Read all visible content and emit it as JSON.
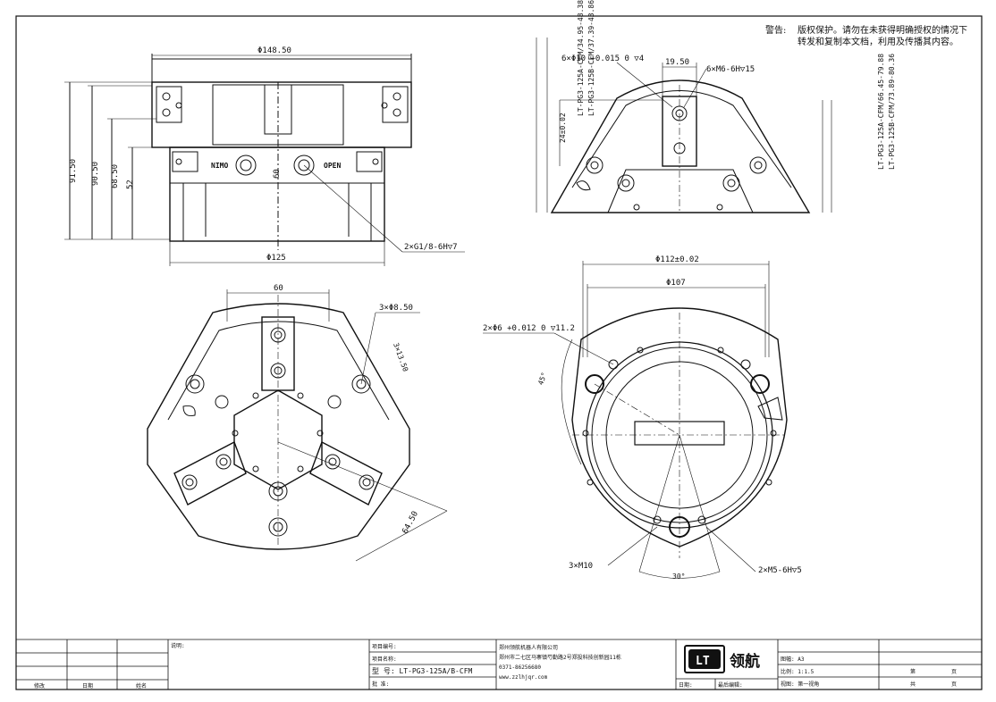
{
  "warning": {
    "label": "警告:",
    "line1": "版权保护。请勿在未获得明确授权的情况下",
    "line2": "转发和复制本文档，利用及传播其内容。"
  },
  "side_view": {
    "dia_top": "Φ148.50",
    "dia_bottom": "Φ125",
    "h1": "91.50",
    "h2": "90.50",
    "h3": "68.50",
    "h4": "52",
    "h5": "60",
    "port_note": "2×G1/8-6H▽7",
    "port_label_left": "NIMO",
    "port_label_right": "OPEN"
  },
  "front_view": {
    "holes_note": "6×Φ10 +0.015 0 ▽4",
    "width": "19.50",
    "thread_note": "6×M6-6H▽15",
    "height_tol": "24±0.02",
    "range_a": "LT-PG3-125A-CFM/34.95-48.38",
    "range_b": "LT-PG3-125B-CFM/37.39-43.86",
    "range_c": "LT-PG3-125A-CFM/66.45-79.88",
    "range_d": "LT-PG3-125B-CFM/73.89-80.36"
  },
  "top_view": {
    "width": "60",
    "holes_note": "3×Φ8.50",
    "slot": "3×13.50",
    "radius": "64.50"
  },
  "bottom_view": {
    "dia_outer": "Φ112±0.02",
    "dia_inner": "Φ107",
    "pin_note": "2×Φ6 +0.012 0 ▽11.2",
    "angle_left": "45°",
    "angle_bottom": "30°",
    "thread_left": "3×M10",
    "thread_right": "2×M5-6H▽5"
  },
  "title_block": {
    "rev_headers": [
      "修改",
      "日期",
      "姓名"
    ],
    "notes_label": "说明:",
    "project_no": "项目编号:",
    "project_name": "项目名称:",
    "model": "型   号: LT-PG3-125A/B-CFM",
    "approve": "批   准:",
    "company_name": "郑州领航机器人有限公司",
    "company_address": "郑州市二七区马寨镇芍勤路2号郑投科技创新园11栋",
    "company_phone": "0371-86256680",
    "company_web": "www.zzlhjqr.com",
    "logo_mark": "LT",
    "logo_text": "领航",
    "date_label": "日期:",
    "last_edit_label": "最后编辑:",
    "format": "图幅: A3",
    "scale": "比例: 1:1.5",
    "view": "视图: 第一视角",
    "sheet_label": "第",
    "sheet_unit": "页",
    "total_label": "共",
    "total_unit": "页"
  },
  "colors": {
    "line": "#111111",
    "paper": "#ffffff",
    "dim": "#222222"
  }
}
